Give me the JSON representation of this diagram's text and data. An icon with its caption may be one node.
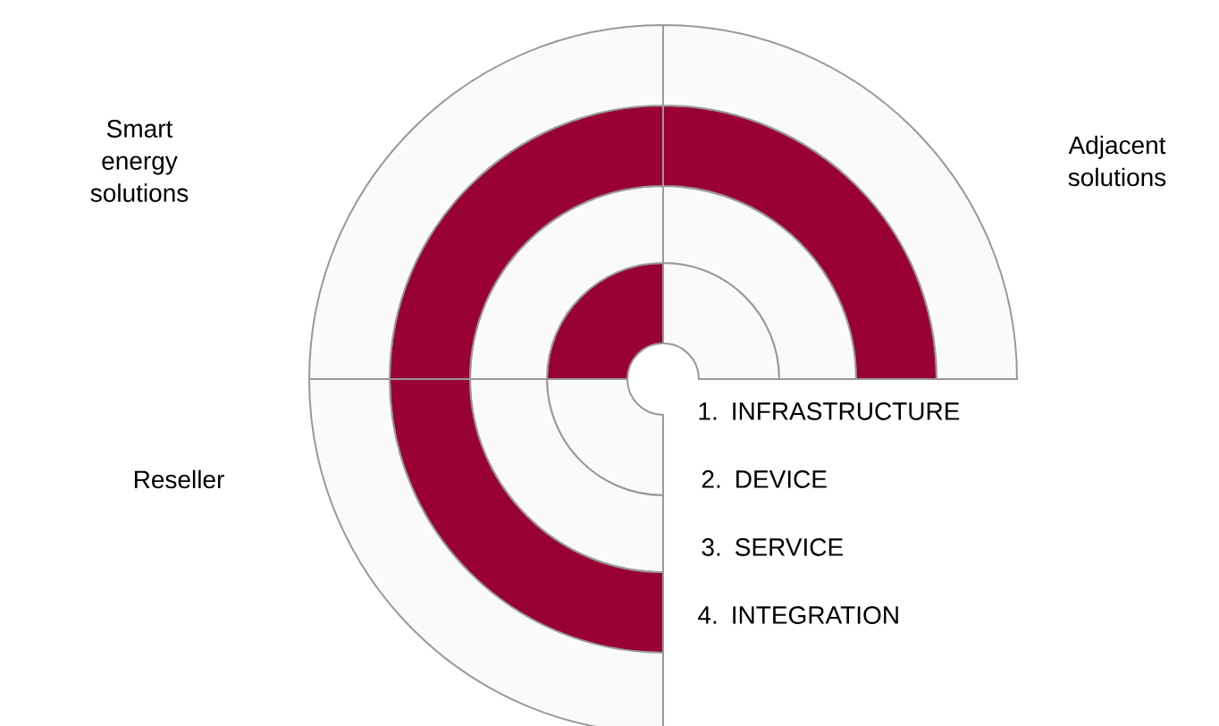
{
  "diagram": {
    "labels": [
      "Smart energy solutions",
      "Adjacent solutions",
      "1. INFRASTRUCTURE",
      "Reseller",
      "2. DEVICE",
      "3. SERVICE",
      "4. INTEGRATION"
    ]
  }
}
